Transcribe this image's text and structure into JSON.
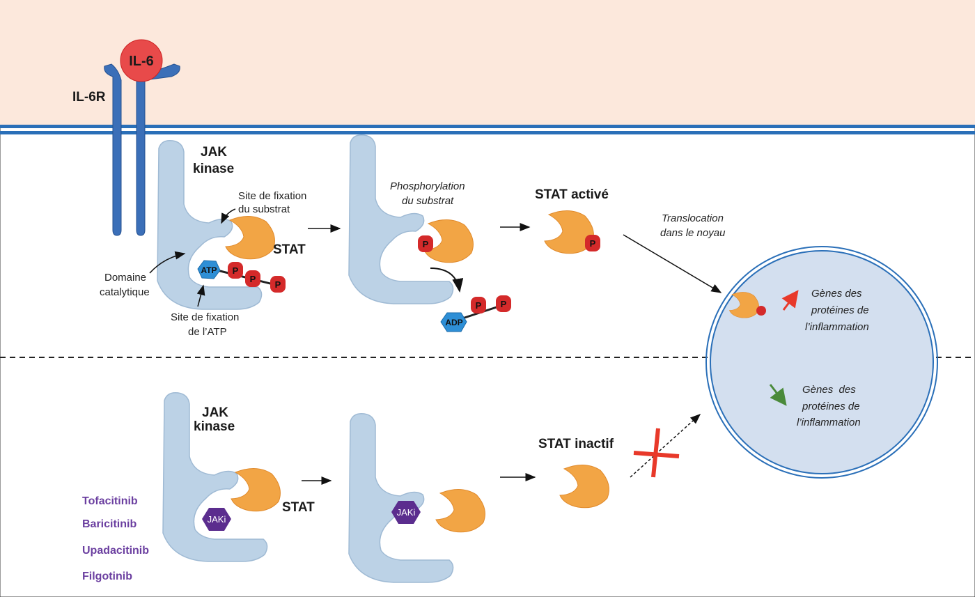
{
  "extracellular": {
    "ligand": "IL-6",
    "receptor": "IL-6R"
  },
  "active_pathway": {
    "jak_label": [
      "JAK",
      "kinase"
    ],
    "substrate_site": [
      "Site de fixation",
      "du substrat"
    ],
    "stat_label": "STAT",
    "catalytic_domain": [
      "Domaine",
      "catalytique"
    ],
    "atp_site": [
      "Site de fixation",
      "de l’ATP"
    ],
    "atp": "ATP",
    "adp": "ADP",
    "phosphate": "P",
    "phosphorylation": [
      "Phosphorylation",
      "du substrat"
    ],
    "stat_active": "STAT activé",
    "translocation": [
      "Translocation",
      "dans le noyau"
    ],
    "genes_up": [
      "Gènes des",
      "protéines de",
      "l’inflammation"
    ]
  },
  "inhibited_pathway": {
    "jak_label": [
      "JAK",
      "kinase"
    ],
    "stat_label": "STAT",
    "inhibitor": "JAKi",
    "stat_inactive": "STAT inactif",
    "genes_down": [
      "Gènes  des",
      "protéines de",
      "l’inflammation"
    ],
    "drugs": [
      "Tofacitinib",
      "Baricitinib",
      "Upadacitinib",
      "Filgotinib"
    ]
  },
  "colors": {
    "membrane": "#2a6fb8",
    "jak": "#bcd2e6",
    "stat": "#f2a545",
    "phosphate": "#d42a2a",
    "atp": "#2e8fd6",
    "inhibitor": "#5b2d8e",
    "up_arrow": "#e8392a",
    "down_arrow": "#4a8a3a"
  }
}
